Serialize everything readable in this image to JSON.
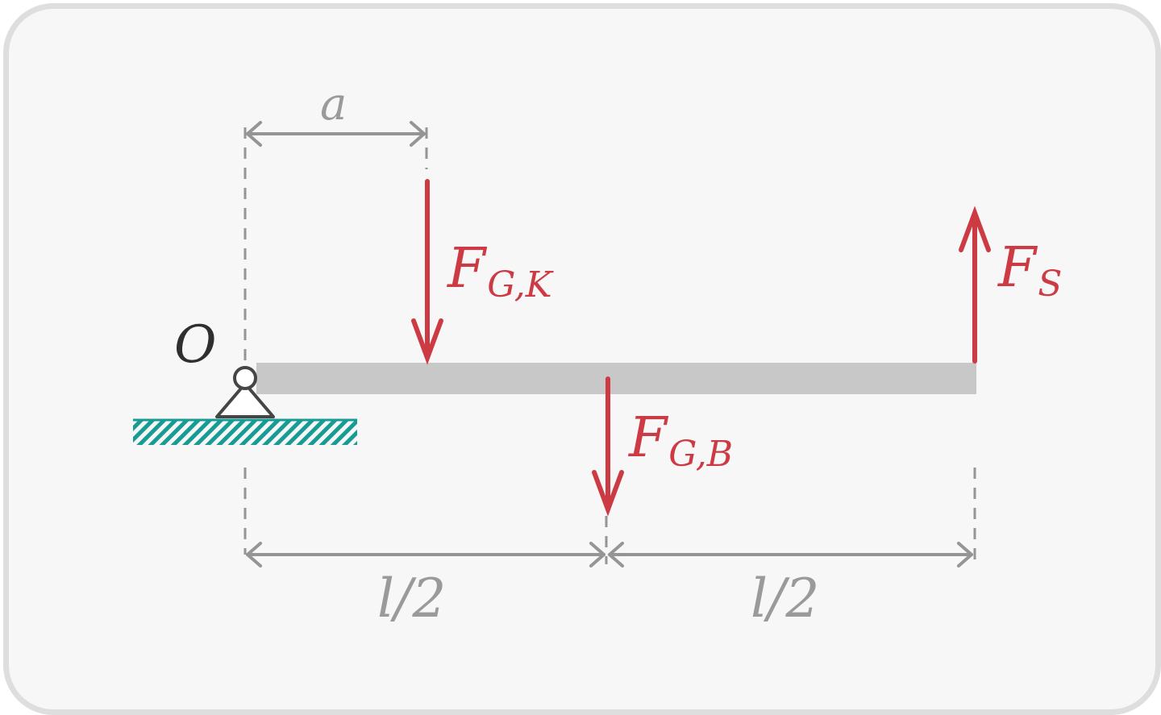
{
  "diagram": {
    "pivot_label": "O",
    "dimensions": {
      "a_label": "a",
      "left_half_label": "l/2",
      "right_half_label": "l/2"
    },
    "forces": {
      "crane_weight": {
        "main": "F",
        "sub": "G,K",
        "direction": "down"
      },
      "beam_weight": {
        "main": "F",
        "sub": "G,B",
        "direction": "down"
      },
      "support_force": {
        "main": "F",
        "sub": "S",
        "direction": "up"
      }
    },
    "colors": {
      "background": "#f7f7f7",
      "frame": "#dedede",
      "beam": "#c8c8c8",
      "force": "#cc3b44",
      "dimension": "#959595",
      "ground_hatch": "#169c94",
      "support": "#454545"
    }
  }
}
